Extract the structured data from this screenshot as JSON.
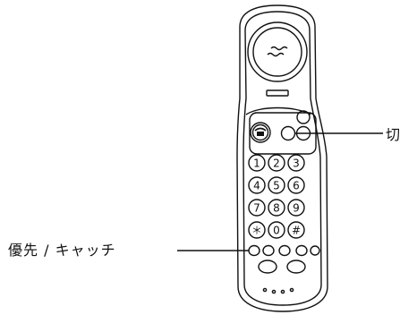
{
  "labels": {
    "end_button": "切",
    "priority_catch_button": "優先 / キャッチ"
  },
  "keypad": {
    "keys": [
      "1",
      "2",
      "3",
      "4",
      "5",
      "6",
      "7",
      "8",
      "9",
      "＊",
      "0",
      "#"
    ]
  },
  "icons": {
    "earpiece_symbol": "≈",
    "talk_symbol": "☎"
  },
  "colors": {
    "line": "#111111",
    "background": "#ffffff"
  }
}
